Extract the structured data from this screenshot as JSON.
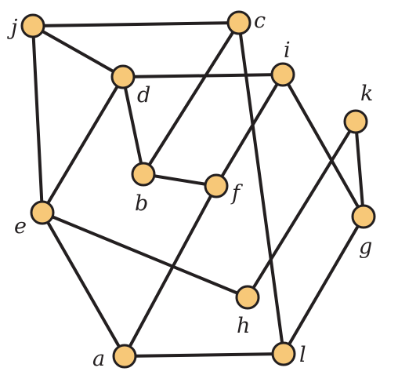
{
  "graph": {
    "node_fill": "#f7c878",
    "stroke_color": "#231f20",
    "nodes": [
      {
        "id": "j",
        "label": "j"
      },
      {
        "id": "c",
        "label": "c"
      },
      {
        "id": "d",
        "label": "d"
      },
      {
        "id": "i",
        "label": "i"
      },
      {
        "id": "k",
        "label": "k"
      },
      {
        "id": "b",
        "label": "b"
      },
      {
        "id": "f",
        "label": "f"
      },
      {
        "id": "e",
        "label": "e"
      },
      {
        "id": "g",
        "label": "g"
      },
      {
        "id": "h",
        "label": "h"
      },
      {
        "id": "a",
        "label": "a"
      },
      {
        "id": "l",
        "label": "l"
      }
    ],
    "edges": [
      [
        "j",
        "c"
      ],
      [
        "j",
        "d"
      ],
      [
        "j",
        "e"
      ],
      [
        "c",
        "b"
      ],
      [
        "c",
        "l"
      ],
      [
        "d",
        "i"
      ],
      [
        "d",
        "b"
      ],
      [
        "d",
        "e"
      ],
      [
        "i",
        "f"
      ],
      [
        "i",
        "g"
      ],
      [
        "k",
        "g"
      ],
      [
        "k",
        "h"
      ],
      [
        "b",
        "f"
      ],
      [
        "f",
        "a"
      ],
      [
        "e",
        "h"
      ],
      [
        "e",
        "a"
      ],
      [
        "g",
        "l"
      ],
      [
        "a",
        "l"
      ]
    ]
  }
}
